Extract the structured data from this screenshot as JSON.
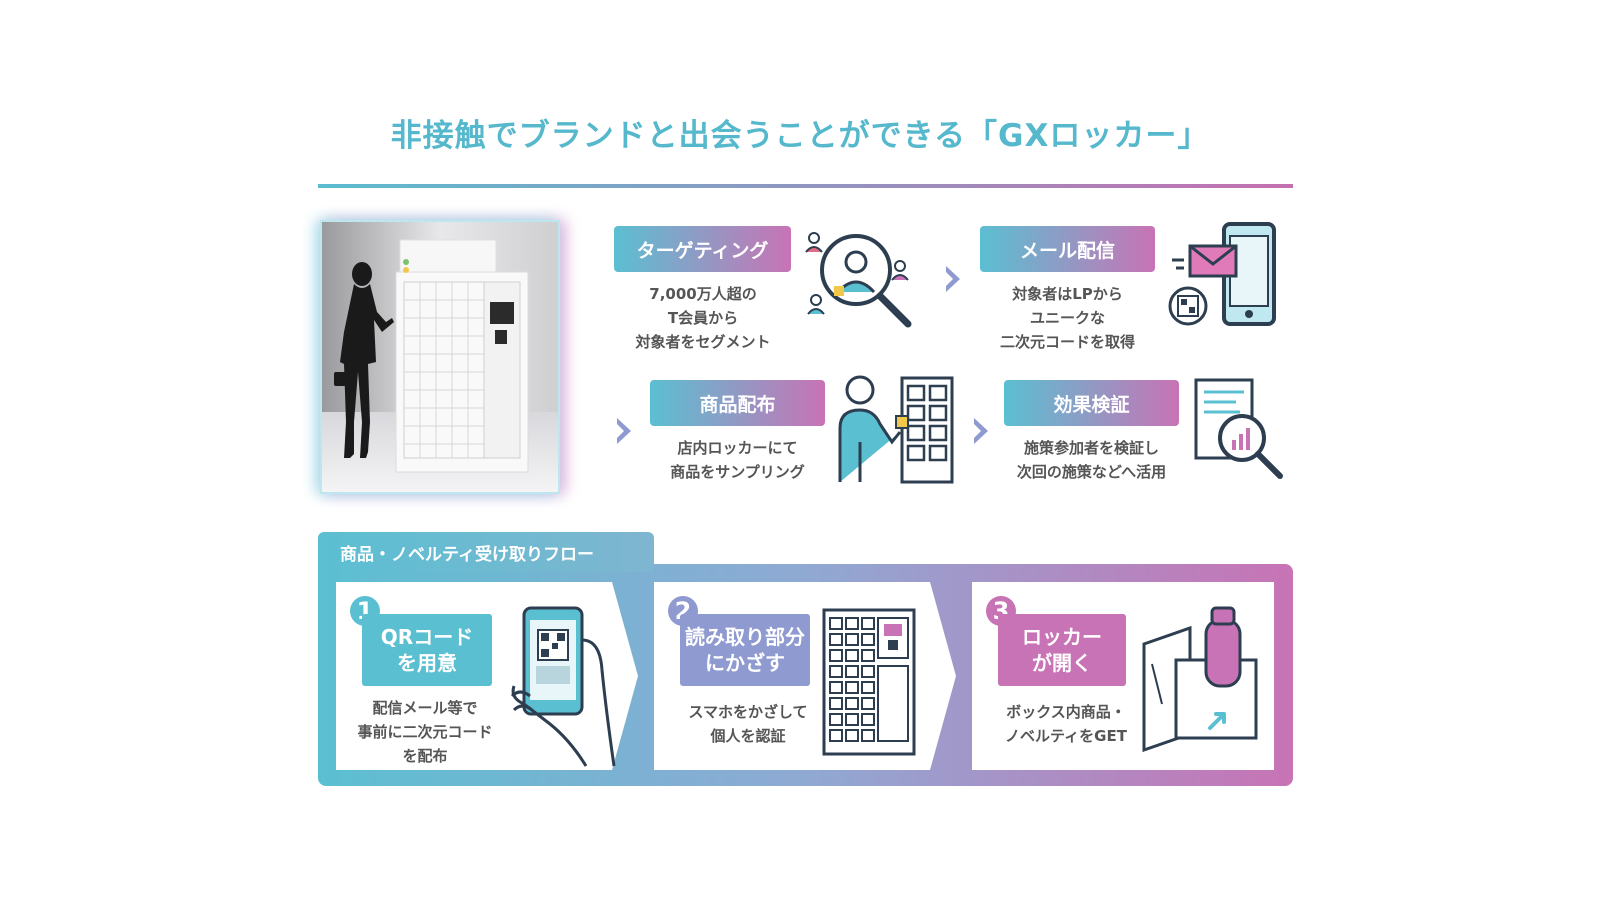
{
  "title": "非接触でブランドと出会うことができる「GXロッカー」",
  "colors": {
    "cyan": "#5bbfd2",
    "pink": "#c873b5",
    "purple": "#8f9ad0",
    "text": "#555555"
  },
  "steps_top": [
    {
      "label": "ターゲティング",
      "desc": [
        "7,000万人超の",
        "T会員から",
        "対象者をセグメント"
      ],
      "icon": "magnifier-people-icon"
    },
    {
      "label": "メール配信",
      "desc": [
        "対象者はLPから",
        "ユニークな",
        "二次元コードを取得"
      ],
      "icon": "phone-mail-icon"
    },
    {
      "label": "商品配布",
      "desc": [
        "店内ロッカーにて",
        "商品をサンプリング"
      ],
      "icon": "person-locker-icon"
    },
    {
      "label": "効果検証",
      "desc": [
        "施策参加者を検証し",
        "次回の施策などへ活用"
      ],
      "icon": "report-magnifier-icon"
    }
  ],
  "flow": {
    "heading": "商品・ノベルティ受け取りフロー",
    "steps": [
      {
        "num": "1",
        "label": [
          "QRコード",
          "を用意"
        ],
        "desc": [
          "配信メール等で",
          "事前に二次元コード",
          "を配布"
        ],
        "icon": "hand-phone-qr-icon"
      },
      {
        "num": "2",
        "label": [
          "読み取り部分",
          "にかざす"
        ],
        "desc": [
          "スマホをかざして",
          "個人を認証"
        ],
        "icon": "locker-icon"
      },
      {
        "num": "3",
        "label": [
          "ロッカー",
          "が開く"
        ],
        "desc": [
          "ボックス内商品・",
          "ノベルティをGET"
        ],
        "icon": "open-box-bottle-icon"
      }
    ]
  }
}
